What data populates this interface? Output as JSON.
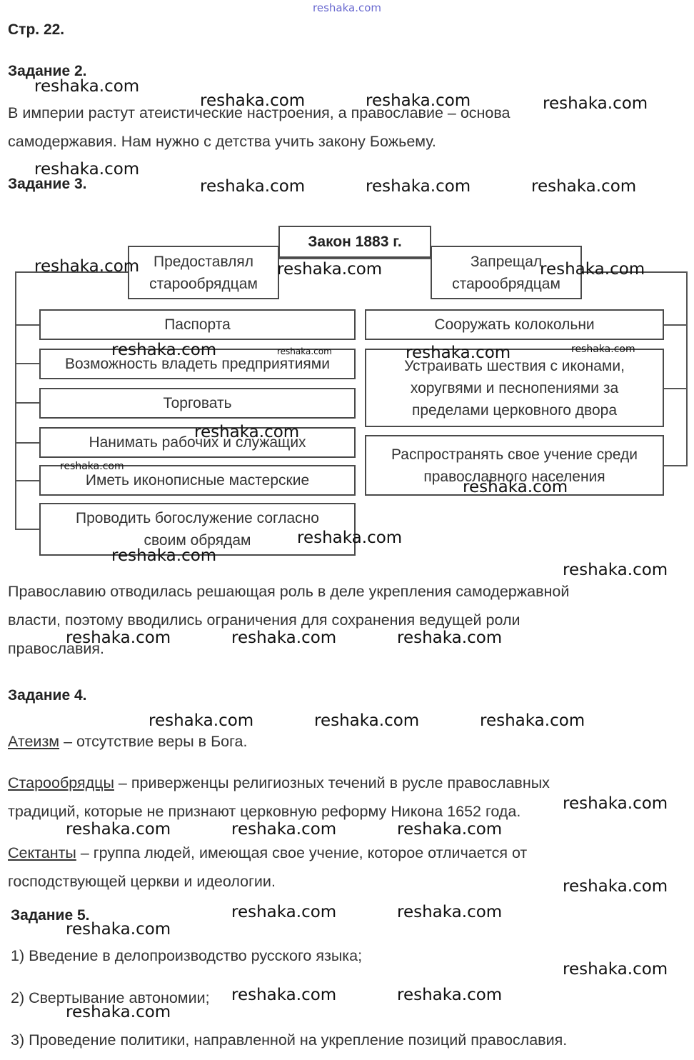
{
  "top_watermark": "reshaka.com",
  "page_label": "Стр. 22.",
  "task2": {
    "heading": "Задание 2.",
    "text1": "В империи растут атеистические настроения, а православие – основа",
    "text2": "самодержавия. Нам нужно с детства учить закону Божьему."
  },
  "task3": {
    "heading": "Задание 3.",
    "diagram": {
      "root": "Закон 1883 г.",
      "left_header_1": "Предоставлял",
      "left_header_2": "старообрядцам",
      "right_header_1": "Запрещал",
      "right_header_2": "старообрядцам",
      "left_items": [
        "Паспорта",
        "Возможность владеть предприятиями",
        "Торговать",
        "Нанимать рабочих и служащих",
        "Иметь иконописные мастерские",
        "Проводить богослужение согласно"
      ],
      "left_item6_line2": "своим обрядам",
      "right_items": [
        "Сооружать колокольни",
        "Устраивать шествия с иконами,",
        "Распространять свое учение среди"
      ],
      "right_item2_line2": "хоругвями и песнопениями за",
      "right_item2_line3": "пределами церковного двора",
      "right_item3_line2": "православного населения"
    },
    "text1": "Православию отводилась решающая роль в деле укрепления самодержавной",
    "text2": "власти, поэтому вводились ограничения для сохранения ведущей роли",
    "text3": "православия."
  },
  "task4": {
    "heading": "Задание 4.",
    "def1_term": "Атеизм",
    "def1_text": " – отсутствие веры в Бога.",
    "def2_term": "Старообрядцы",
    "def2_text": " – приверженцы религиозных течений в русле православных",
    "def2_text2": "традиций, которые не признают церковную реформу Никона 1652 года.",
    "def3_term": "Сектанты",
    "def3_text": " – группа людей, имеющая свое учение, которое отличается от",
    "def3_text2": "господствующей церкви и идеологии."
  },
  "task5": {
    "heading": "Задание 5.",
    "items": [
      "1) Введение в делопроизводство русского языка;",
      "2) Свертывание автономии;",
      "3) Проведение политики, направленной на укрепление позиций православия."
    ]
  },
  "watermark": "reshaka.com"
}
